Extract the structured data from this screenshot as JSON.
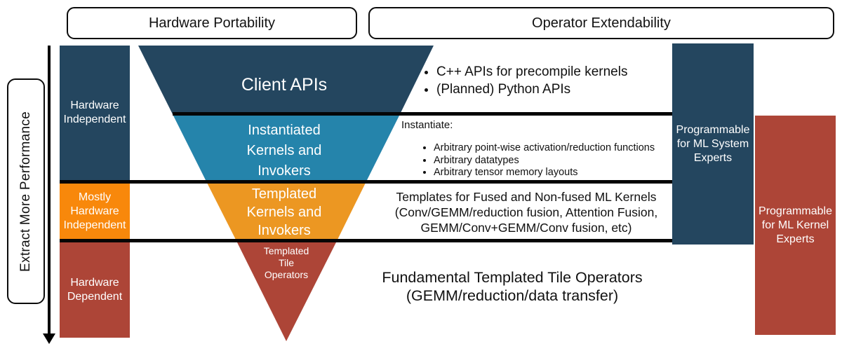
{
  "top_labels": {
    "hardware_portability": "Hardware Portability",
    "operator_extendability": "Operator Extendability"
  },
  "performance_axis": {
    "label": "Extract More Performance"
  },
  "left_column": {
    "hardware_independent": "Hardware\nIndependent",
    "mostly_hardware_independent": "Mostly\nHardware\nIndependent",
    "hardware_dependent": "Hardware\nDependent"
  },
  "funnel": {
    "client_apis": "Client APIs",
    "instantiated_kernels": "Instantiated\nKernels and\nInvokers",
    "templated_kernels": "Templated\nKernels and\nInvokers",
    "templated_tile_operators": "Templated\nTile\nOperators"
  },
  "annotations": {
    "client_bullets": [
      "C++ APIs for precompile kernels",
      "(Planned) Python APIs"
    ],
    "instantiate_title": "Instantiate:",
    "instantiate_bullets": [
      "Arbitrary point-wise activation/reduction functions",
      "Arbitrary datatypes",
      "Arbitrary tensor memory layouts"
    ],
    "templates_text": "Templates for Fused and Non-fused ML Kernels\n(Conv/GEMM/reduction fusion, Attention Fusion,\nGEMM/Conv+GEMM/Conv fusion, etc)",
    "fundamental_text": "Fundamental Templated Tile Operators\n(GEMM/reduction/data transfer)"
  },
  "right_panels": {
    "ml_system_experts": "Programmable\nfor ML System\nExperts",
    "ml_kernel_experts": "Programmable\nfor ML Kernel\nExperts"
  },
  "colors": {
    "dark_blue": "#24465F",
    "teal": "#2584AB",
    "bright_orange": "#F8880B",
    "gold_orange": "#EC9722",
    "red": "#AD4537",
    "line_black": "#050505"
  }
}
